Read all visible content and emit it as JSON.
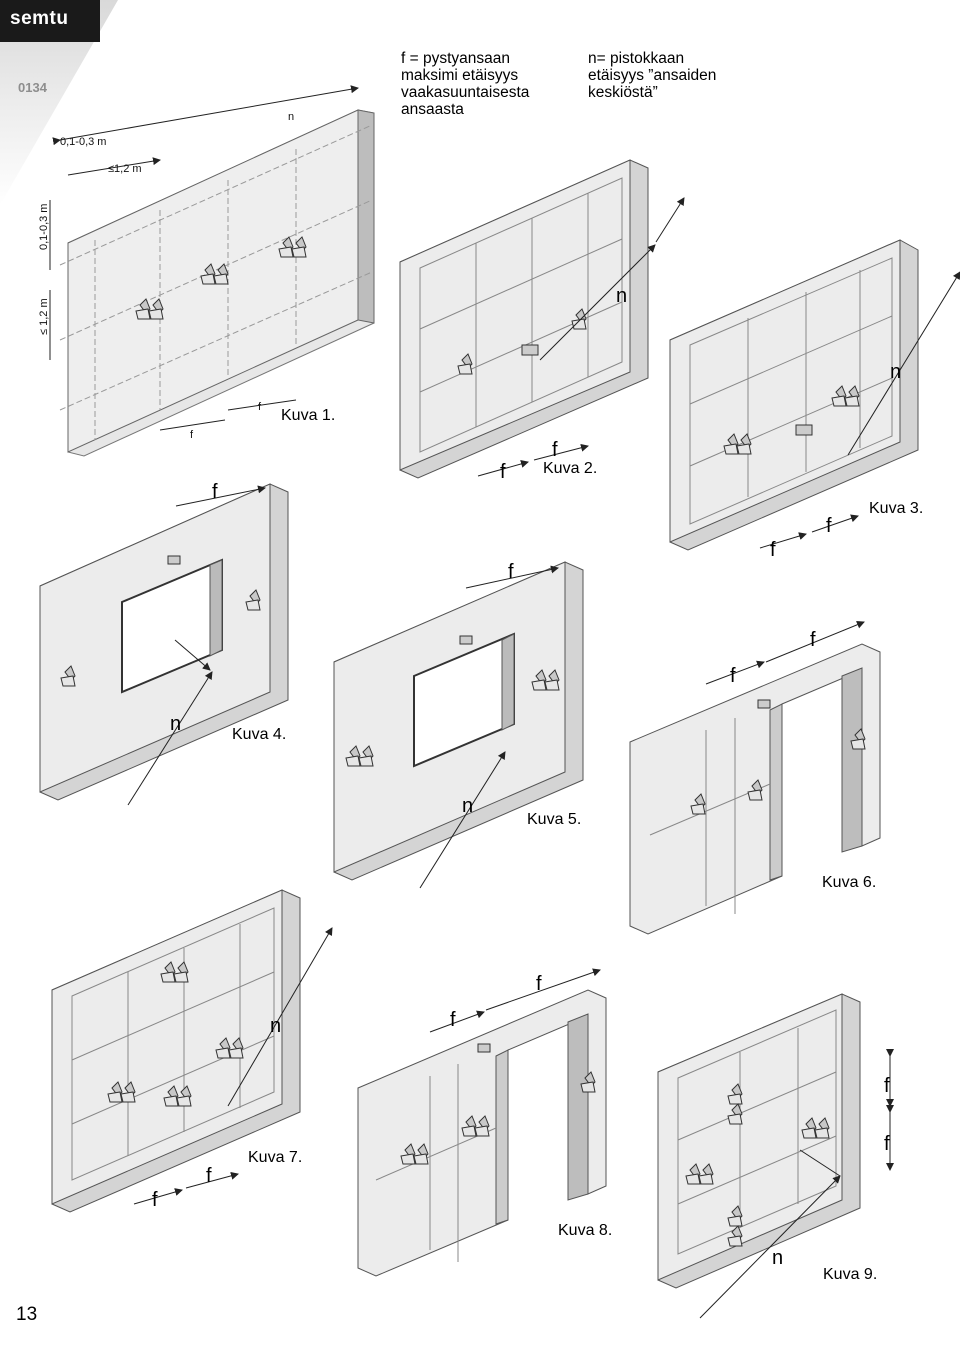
{
  "brand": {
    "name": "semtu",
    "side_tag": "0134"
  },
  "legend": {
    "f_lines": [
      "f = pystyansaan",
      "maksimi etäisyys",
      "vaakasuuntaisesta",
      "ansaasta"
    ],
    "n_lines": [
      "n= pistokkaan",
      "etäisyys ”ansaiden",
      "keskiöstä”"
    ]
  },
  "figure1_dims": {
    "top_offset": "0,1-0,3 m",
    "top_spacing": "≤1,2 m",
    "left_offset": "0,1-0,3 m",
    "left_spacing": "≤ 1,2 m",
    "n": "n",
    "f": "f"
  },
  "letters": {
    "f": "f",
    "n": "n"
  },
  "captions": [
    "Kuva 1.",
    "Kuva 2.",
    "Kuva 3.",
    "Kuva 4.",
    "Kuva 5.",
    "Kuva 6.",
    "Kuva 7.",
    "Kuva 8.",
    "Kuva 9."
  ],
  "page_number": "13"
}
